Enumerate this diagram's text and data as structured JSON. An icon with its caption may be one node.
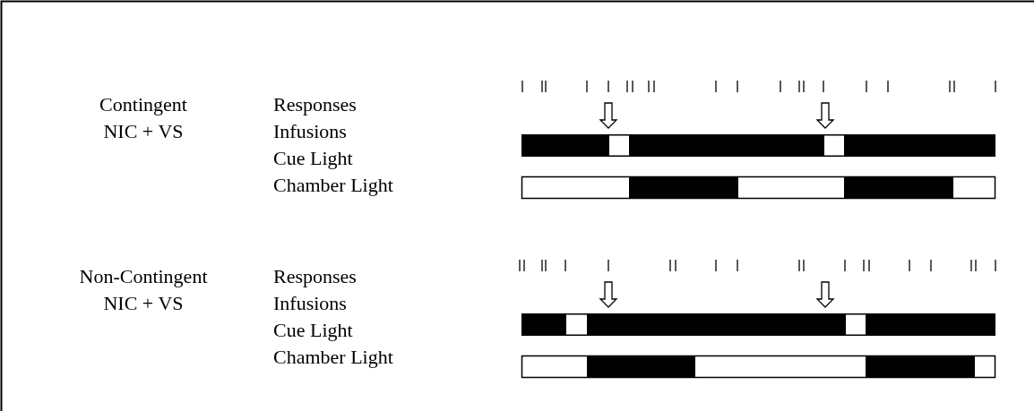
{
  "diagram": {
    "labels": [
      "Contingent NIC + VS",
      "Responses",
      "Infusions",
      "Cue Light",
      "Chamber Light",
      "Non-Contingent NIC + VS",
      "Responses",
      "Infusions",
      "Cue Light",
      "Chamber Light"
    ]
  }
}
